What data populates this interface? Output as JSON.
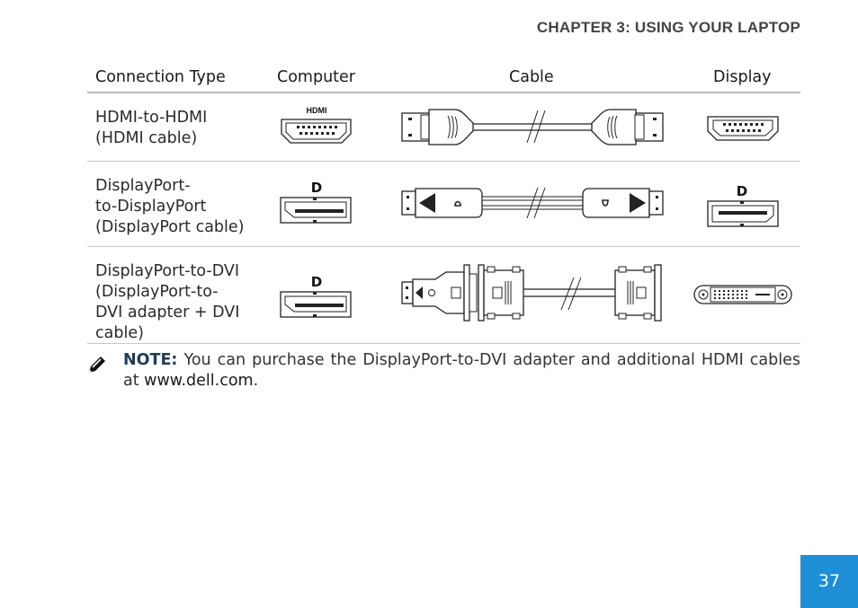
{
  "chapter_heading": "CHAPTER 3: USING YOUR LAPTOP",
  "table": {
    "headers": {
      "type": "Connection Type",
      "computer": "Computer",
      "cable": "Cable",
      "display": "Display"
    },
    "rows": [
      {
        "lines": [
          "HDMI-to-HDMI",
          "(HDMI cable)"
        ],
        "port_logo": "HDMI"
      },
      {
        "lines": [
          "DisplayPort-",
          "to-DisplayPort",
          "(DisplayPort cable)"
        ],
        "port_logo": "D"
      },
      {
        "lines": [
          "DisplayPort-to-DVI",
          "(DisplayPort-to-",
          "DVI adapter + DVI",
          "cable)"
        ],
        "port_logo": "D"
      }
    ]
  },
  "note": {
    "icon": "pencil-note-icon",
    "label": "NOTE:",
    "text": " You can purchase the DisplayPort-to-DVI adapter and additional HDMI cables at ",
    "link": "www.dell.com",
    "end": "."
  },
  "page_number": "37",
  "colors": {
    "page_tab": "#1e8fd6",
    "note_label": "#1f3b57",
    "divider": "#b8b8b8"
  }
}
